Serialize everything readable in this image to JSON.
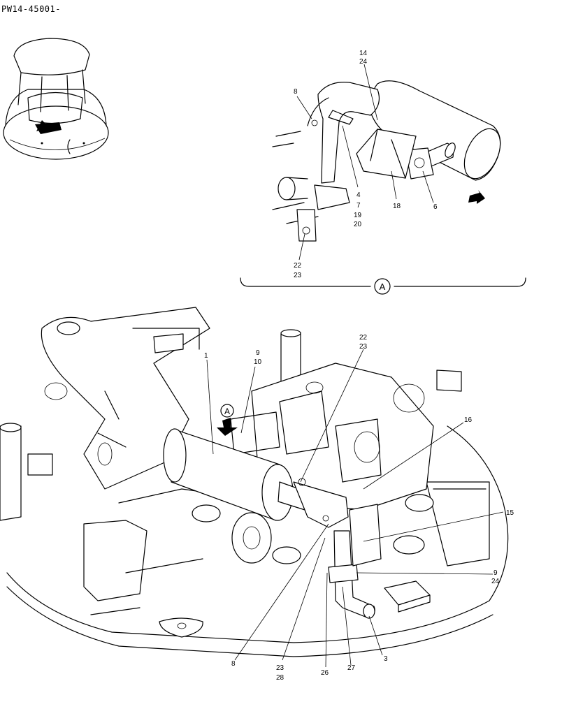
{
  "header": {
    "code": "PW14-45001-"
  },
  "view": {
    "marker": "A"
  },
  "detail_labels": [
    {
      "id": "d-8",
      "text": "8"
    },
    {
      "id": "d-14",
      "text": "14"
    },
    {
      "id": "d-24",
      "text": "24"
    },
    {
      "id": "d-4",
      "text": "4"
    },
    {
      "id": "d-7",
      "text": "7"
    },
    {
      "id": "d-19",
      "text": "19"
    },
    {
      "id": "d-20",
      "text": "20"
    },
    {
      "id": "d-18",
      "text": "18"
    },
    {
      "id": "d-6",
      "text": "6"
    },
    {
      "id": "d-22",
      "text": "22"
    },
    {
      "id": "d-23",
      "text": "23"
    }
  ],
  "main_labels": [
    {
      "id": "m-1",
      "text": "1"
    },
    {
      "id": "m-9",
      "text": "9"
    },
    {
      "id": "m-10",
      "text": "10"
    },
    {
      "id": "m-22",
      "text": "22"
    },
    {
      "id": "m-23",
      "text": "23"
    },
    {
      "id": "m-16",
      "text": "16"
    },
    {
      "id": "m-15",
      "text": "15"
    },
    {
      "id": "m-9b",
      "text": "9"
    },
    {
      "id": "m-24",
      "text": "24"
    },
    {
      "id": "m-3",
      "text": "3"
    },
    {
      "id": "m-27",
      "text": "27"
    },
    {
      "id": "m-26",
      "text": "26"
    },
    {
      "id": "m-23b",
      "text": "23"
    },
    {
      "id": "m-28",
      "text": "28"
    },
    {
      "id": "m-8",
      "text": "8"
    }
  ]
}
